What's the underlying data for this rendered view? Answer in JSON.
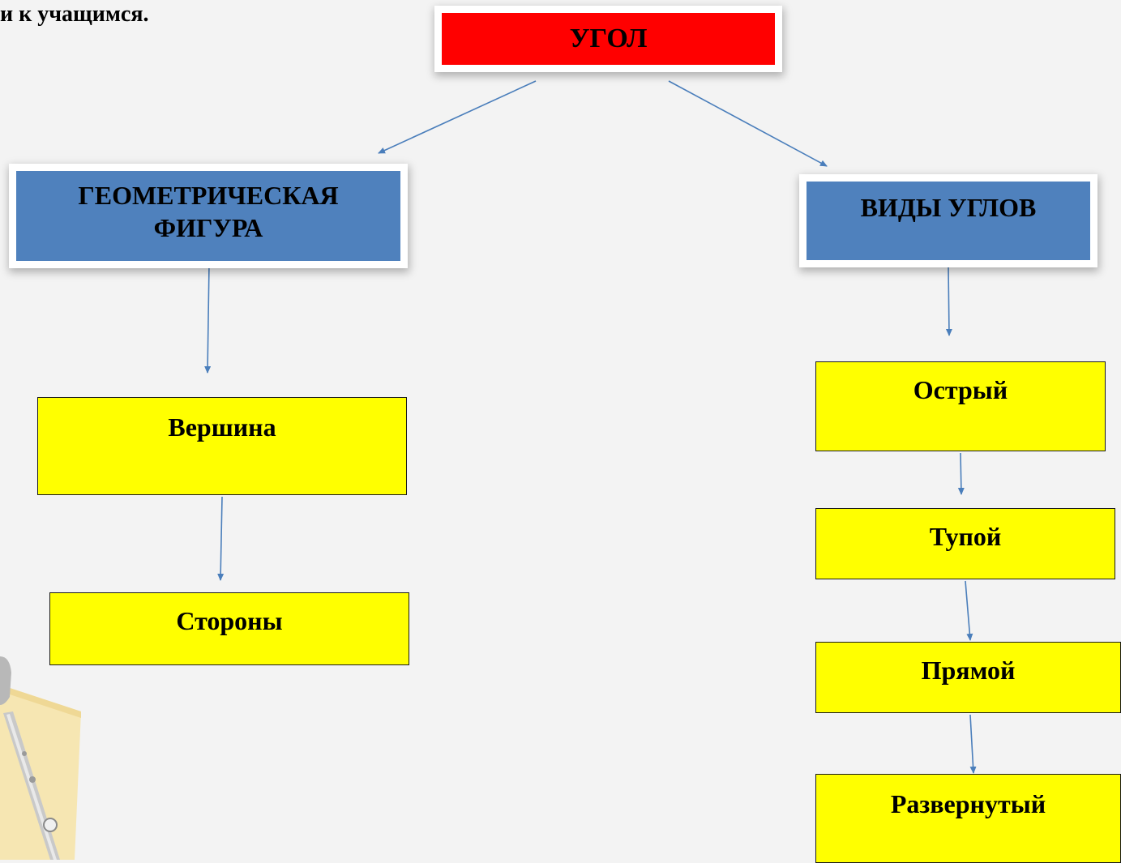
{
  "header": {
    "partial_text": "и к учащимся."
  },
  "nodes": {
    "root": "УГОЛ",
    "geometric_figure": [
      "ГЕОМЕТРИЧЕСКАЯ",
      "ФИГУРА"
    ],
    "angle_types": "ВИДЫ УГЛОВ",
    "vertex": "Вершина",
    "sides": "Стороны",
    "acute": "Острый",
    "obtuse": "Тупой",
    "right": "Прямой",
    "straight": "Развернутый"
  },
  "edges": [
    {
      "from": "root",
      "to": "geometric_figure"
    },
    {
      "from": "root",
      "to": "angle_types"
    },
    {
      "from": "geometric_figure",
      "to": "vertex"
    },
    {
      "from": "vertex",
      "to": "sides"
    },
    {
      "from": "angle_types",
      "to": "acute"
    },
    {
      "from": "acute",
      "to": "obtuse"
    },
    {
      "from": "obtuse",
      "to": "right"
    },
    {
      "from": "right",
      "to": "straight"
    }
  ],
  "colors": {
    "root_fill": "#ff0000",
    "category_fill": "#4f81bd",
    "leaf_fill": "#ffff00",
    "arrow": "#4a7ebb",
    "background": "#f3f3f3"
  }
}
